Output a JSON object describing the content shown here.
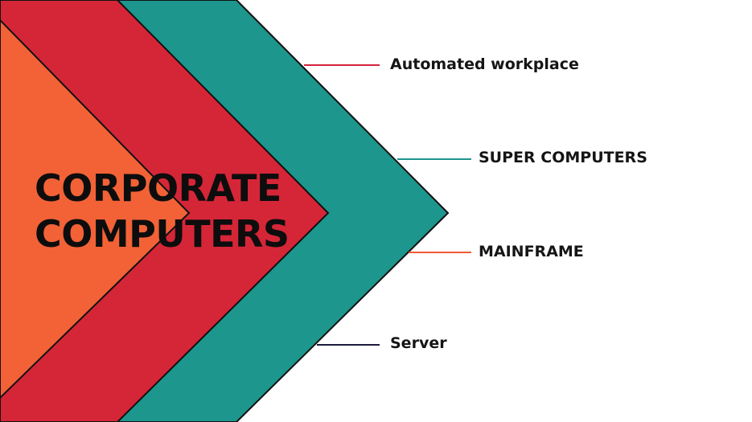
{
  "title": {
    "line1": "CORPORATE",
    "line2": "COMPUTERS"
  },
  "items": [
    {
      "label": "Automated workplace",
      "line_color": "#d1243b"
    },
    {
      "label": "SUPER COMPUTERS",
      "line_color": "#1d958c"
    },
    {
      "label": "MAINFRAME",
      "line_color": "#f05a35"
    },
    {
      "label": "Server",
      "line_color": "#1c1c3a"
    }
  ],
  "colors": {
    "orange_chevron": "#f26236",
    "red_chevron": "#d52638",
    "teal_chevron": "#1d968d",
    "outline": "#111111",
    "background": "#ffffff"
  }
}
